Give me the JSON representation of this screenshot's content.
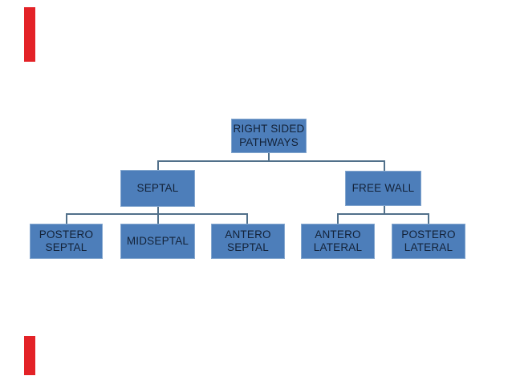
{
  "colors": {
    "background": "#ffffff",
    "box_fill": "#4d7eba",
    "box_border": "#84a7cf",
    "connector": "#51708a",
    "text": "#132238",
    "accent_red": "#e32227"
  },
  "nodes": {
    "root": "RIGHT SIDED\nPATHWAYS",
    "septal": "SEPTAL",
    "free_wall": "FREE WALL",
    "postero_septal": "POSTERO\nSEPTAL",
    "midseptal": "MIDSEPTAL",
    "antero_septal": "ANTERO\nSEPTAL",
    "antero_lateral": "ANTERO\nLATERAL",
    "postero_lateral": "POSTERO\nLATERAL"
  },
  "hierarchy": {
    "type": "org-chart",
    "root": "RIGHT SIDED PATHWAYS",
    "children": [
      {
        "label": "SEPTAL",
        "children": [
          "POSTERO SEPTAL",
          "MIDSEPTAL",
          "ANTERO SEPTAL"
        ]
      },
      {
        "label": "FREE WALL",
        "children": [
          "ANTERO LATERAL",
          "POSTERO LATERAL"
        ]
      }
    ]
  }
}
